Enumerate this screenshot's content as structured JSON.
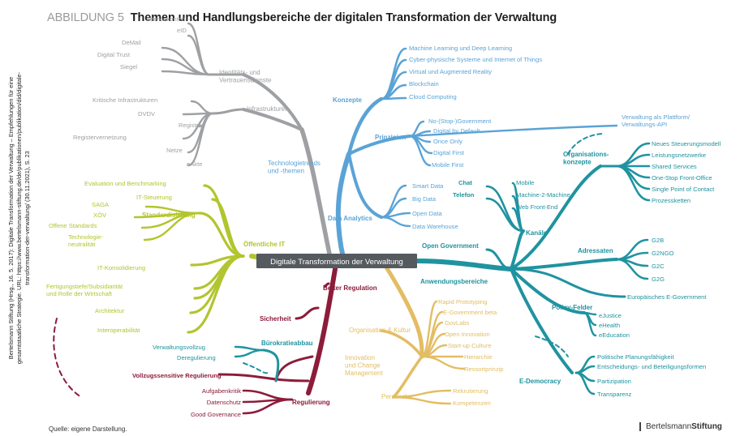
{
  "side_caption": [
    "Bertelsmann Stiftung (Hrsg., 16. 5. 2017): Digitale Transformation der Verwaltung – Empfehlungen für eine",
    "gesamtstaatliche Strategie. URL: https://www.bertelsmann-stiftung.de/de/publikationen/publikation/did/digitale-",
    "transformation-der-verwaltung/ (30.11.2021), S. 23"
  ],
  "figure": {
    "number": "ABBILDUNG 5",
    "title": "Themen und Handlungsbereiche der digitalen Transformation der Verwaltung"
  },
  "center": "Digitale Transformation der Verwaltung",
  "colors": {
    "gray": "#9ea0a3",
    "blue": "#5aa3d6",
    "green": "#b2c52e",
    "maroon": "#8c1c3a",
    "gold": "#e3bd63",
    "teal": "#1f93a0"
  },
  "branches": {
    "gray": {
      "groups": [
        "Identitäts- und\nVertrauensdienste",
        "Infrastrukturen"
      ],
      "identity_items": [
        "Servicekonten",
        "eID",
        "DeMail",
        "Digital Trust",
        "Siegel"
      ],
      "infra_items": [
        "Kritische Infrastrukturen",
        "DVDV",
        "Register",
        "Registervernetzung",
        "Netze",
        "eAkte"
      ]
    },
    "green": {
      "main": "Öffentliche IT",
      "standardisierung": "Standardisierung",
      "std_items": [
        "SAGA",
        "XÖV",
        "Offene Standards",
        "Technologie-\nneutralität"
      ],
      "items": [
        "Evaluation und Benchmarking",
        "IT-Steuerung",
        "IT-Konsolidierung",
        "Fertigungstiefe/Subsidiarität\nund Rolle der Wirtschaft",
        "Architektur",
        "Interoperabilität"
      ]
    },
    "blue": {
      "main": "Technologietrends\nund -themen",
      "konzepte": "Konzepte",
      "konzepte_items": [
        "Machine Learning und Deep Learning",
        "Cyber-physische Systeme und Internet of Things",
        "Virtual und Augmented Reality",
        "Blockchain",
        "Cloud Computing"
      ],
      "prinzipien": "Prinzipien",
      "prinzipien_items": [
        "No-(Stop-)Government",
        "Digital by Default",
        "Once Only",
        "Digital First",
        "Mobile First"
      ],
      "data_analytics": "Data Analytics",
      "data_items": [
        "Smart Data",
        "Big Data",
        "Open Data",
        "Data Warehouse"
      ],
      "platform": "Verwaltung als Plattform/\nVerwaltungs-API"
    },
    "teal": {
      "main": "Anwendungsbereiche",
      "open_government": "Open Government",
      "kanaele": "Kanäle",
      "kanaele_items": [
        "Chat",
        "Telefon",
        "Mobile",
        "Machine-2-Machine",
        "Web Front-End"
      ],
      "organisationskonzepte": "Organisations-\nkonzepte",
      "org_items": [
        "Neues Steuerungsmodell",
        "Leistungsnetzwerke",
        "Shared Services",
        "One-Stop Front-Office",
        "Single Point of Contact",
        "Prozessketten"
      ],
      "adressaten": "Adressaten",
      "adr_items": [
        "G2B",
        "G2NGO",
        "G2C",
        "G2G"
      ],
      "europe": "Europäisches E-Government",
      "policy": "Policy-Felder",
      "policy_items": [
        "eJustice",
        "eHealth",
        "eEducation"
      ],
      "edemocracy": "E-Democracy",
      "edem_items": [
        "Politische Planungsfähigkeit",
        "Entscheidungs- und Beteiligungsformen",
        "Partizipation",
        "Transparenz"
      ]
    },
    "maroon": {
      "better_regulation": "Better Regulation",
      "sicherheit": "Sicherheit",
      "buerokratie": "Bürokratieabbau",
      "buero_items": [
        "Verwaltungsvollzug",
        "Deregulierung"
      ],
      "vollzug": "Vollzugssensitive Regulierung",
      "regulierung": "Regulierung",
      "reg_items": [
        "Aufgabenkritik",
        "Datenschutz",
        "Good Governance"
      ]
    },
    "gold": {
      "org_kultur": "Organisation & Kultur",
      "org_items": [
        "Rapid Prototyping",
        "E-Government beta",
        "GovLabs",
        "Open Innovation",
        "Start-up Culture",
        "Hierarchie",
        "Ressortprinzip"
      ],
      "innovation": "Innovation\nund Change\nManagement",
      "personal": "Personal",
      "personal_items": [
        "Rekrutierung",
        "Kompetenzen"
      ]
    }
  },
  "source": "Quelle: eigene Darstellung.",
  "brand": {
    "part1": "Bertelsmann",
    "part2": "Stiftung"
  }
}
